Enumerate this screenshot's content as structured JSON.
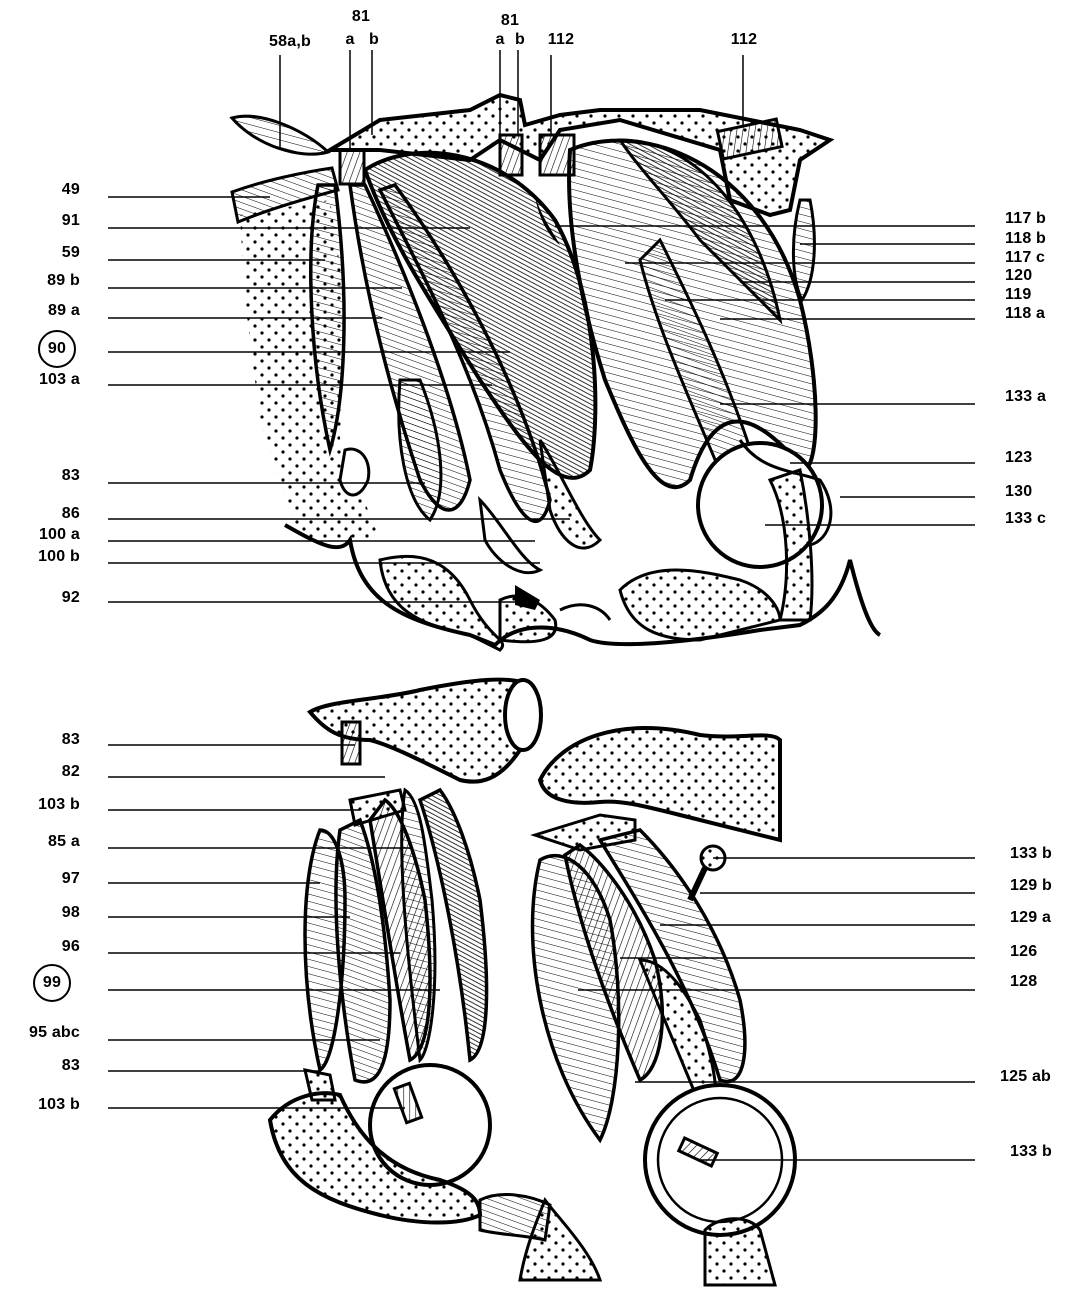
{
  "upper_panel": {
    "top_labels": [
      "58a,b",
      "81",
      "a",
      "b",
      "81",
      "a",
      "b",
      "112",
      "112"
    ],
    "left_labels": [
      "49",
      "91",
      "59",
      "89 b",
      "89 a",
      "90",
      "103 a",
      "83",
      "86",
      "100 a",
      "100 b",
      "92"
    ],
    "right_labels": [
      "117 b",
      "118 b",
      "117 c",
      "120",
      "119",
      "118 a",
      "133 a",
      "123",
      "130",
      "133 c"
    ],
    "circled_label": "90"
  },
  "lower_panel": {
    "left_labels": [
      "83",
      "82",
      "103 b",
      "85 a",
      "97",
      "98",
      "96",
      "99",
      "95 abc",
      "83",
      "103 b"
    ],
    "right_labels": [
      "133 b",
      "129 b",
      "129 a",
      "126",
      "128",
      "125 ab",
      "133 b"
    ],
    "circled_label": "99"
  }
}
